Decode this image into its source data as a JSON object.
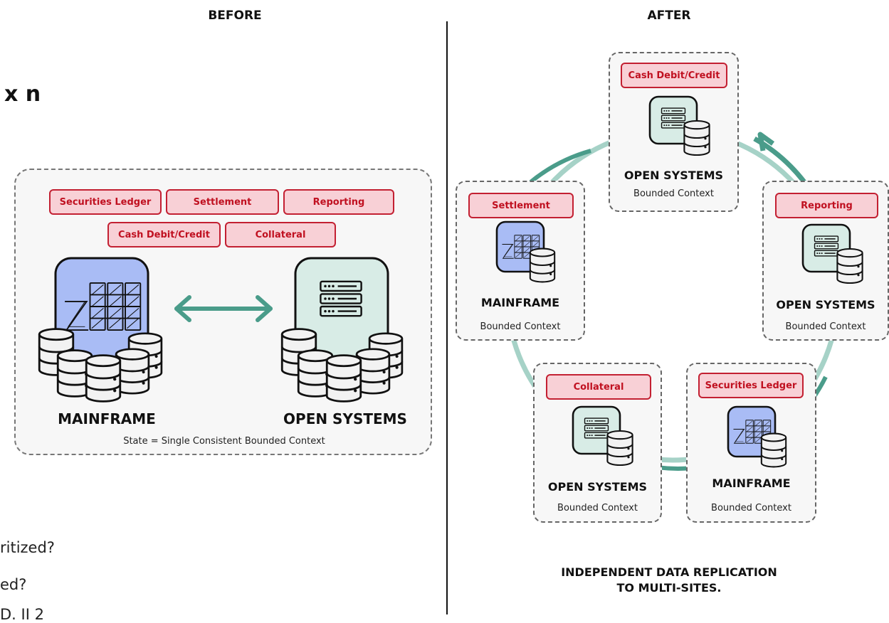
{
  "headers": {
    "before": "BEFORE",
    "after": "AFTER"
  },
  "before": {
    "formula": "x n",
    "tags": [
      "Securities Ledger",
      "Settlement",
      "Reporting",
      "Cash Debit/Credit",
      "Collateral"
    ],
    "mainframe_label": "MAINFRAME",
    "open_label": "OPEN SYSTEMS",
    "state_caption": "State = Single Consistent Bounded Context",
    "questions": [
      "ritized?",
      "ed?",
      "D. II 2"
    ]
  },
  "after": {
    "nodes": [
      {
        "tag": "Cash Debit/Credit",
        "title": "OPEN SYSTEMS",
        "subtitle": "Bounded Context",
        "kind": "open"
      },
      {
        "tag": "Settlement",
        "title": "MAINFRAME",
        "subtitle": "Bounded Context",
        "kind": "mainframe"
      },
      {
        "tag": "Reporting",
        "title": "OPEN SYSTEMS",
        "subtitle": "Bounded Context",
        "kind": "open"
      },
      {
        "tag": "Collateral",
        "title": "OPEN SYSTEMS",
        "subtitle": "Bounded Context",
        "kind": "open"
      },
      {
        "tag": "Securities Ledger",
        "title": "MAINFRAME",
        "subtitle": "Bounded Context",
        "kind": "mainframe"
      }
    ],
    "caption_line1": "INDEPENDENT DATA REPLICATION",
    "caption_line2": "TO MULTI-SITES."
  },
  "colors": {
    "tag_fill": "#f8d0d6",
    "tag_border": "#c32032",
    "tag_text": "#c01020",
    "mainframe_blue": "#a9bcf5",
    "open_green": "#d8ece6",
    "arrow_teal": "#4a9c8a",
    "ring_light": "#a6d2c7"
  },
  "icons": [
    "mainframe-icon",
    "server-icon",
    "database-icon",
    "double-arrow-icon",
    "cycle-arrow-icon"
  ]
}
